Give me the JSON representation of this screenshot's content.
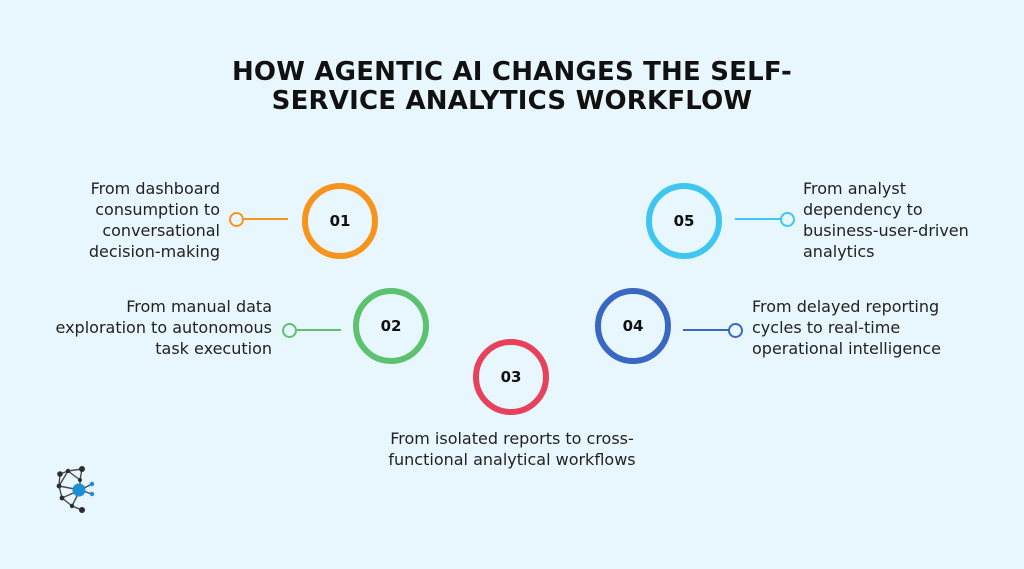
{
  "title": {
    "line1": "HOW AGENTIC AI CHANGES THE SELF-",
    "line2": "SERVICE ANALYTICS WORKFLOW"
  },
  "colors": {
    "background": "#e8f6fd",
    "step01": "#f7941d",
    "step02": "#5cc26f",
    "step03": "#e8415b",
    "step04": "#3a67c2",
    "step05": "#3fc6f0"
  },
  "steps": [
    {
      "number": "01",
      "lines": [
        "From dashboard",
        "consumption to",
        "conversational",
        "decision-making"
      ]
    },
    {
      "number": "02",
      "lines": [
        "From manual data",
        "exploration to autonomous",
        "task execution"
      ]
    },
    {
      "number": "03",
      "lines": [
        "From isolated reports to cross-",
        "functional analytical workflows"
      ]
    },
    {
      "number": "04",
      "lines": [
        "From delayed reporting",
        "cycles to real-time",
        "operational intelligence"
      ]
    },
    {
      "number": "05",
      "lines": [
        "From analyst",
        "dependency to",
        "business-user-driven",
        "analytics"
      ]
    }
  ],
  "logo": {
    "icon": "network-brain-logo-icon"
  }
}
